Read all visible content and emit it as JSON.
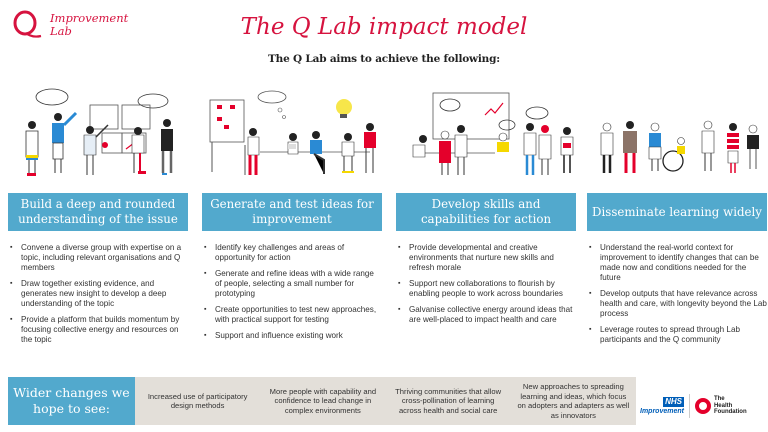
{
  "brand": {
    "logo_line1": "Improvement",
    "logo_line2": "Lab",
    "accent_color": "#d6133f",
    "header_color": "#52a9cd",
    "band_color": "#e3dfd9"
  },
  "header": {
    "title": "The Q Lab impact model",
    "subtitle": "The Q Lab aims to achieve the following:"
  },
  "columns": [
    {
      "heading": "Build a deep and rounded understanding of the issue",
      "illustration": "people-discussing-at-boards-illustration",
      "bullets": [
        "Convene a diverse group with expertise on a topic, including relevant organisations and Q members",
        "Draw together existing evidence, and generates new insight to develop a deep understanding of the topic",
        "Provide a platform that builds momentum by focusing collective energy and resources on the topic"
      ]
    },
    {
      "heading": "Generate and test ideas for improvement",
      "illustration": "team-brainstorming-lightbulb-illustration",
      "bullets": [
        "Identify key challenges and areas of opportunity for action",
        "Generate and refine ideas with a wide range of people, selecting a small number for prototyping",
        "Create opportunities to test new approaches, with practical support for testing",
        "Support and influence existing work"
      ]
    },
    {
      "heading": "Develop skills and capabilities for action",
      "illustration": "workshop-collaboration-illustration",
      "bullets": [
        "Provide developmental and creative environments that nurture new skills and refresh morale",
        "Support new collaborations to flourish by enabling people to work across boundaries",
        "Galvanise collective energy around ideas that are well-placed to impact health and care"
      ]
    },
    {
      "heading": "Disseminate learning widely",
      "illustration": "community-people-illustration",
      "bullets": [
        "Understand the real-world context for improvement to identify changes that can be made now and conditions needed for the future",
        "Develop outputs that have relevance across health and care, with longevity beyond the Lab process",
        "Leverage routes to spread through Lab participants and the Q community"
      ]
    }
  ],
  "wider_changes": {
    "heading": "Wider changes we hope to see:",
    "items": [
      "Increased use of participatory design methods",
      "More people with capability and confidence to lead change in complex environments",
      "Thriving communities that allow cross-pollination of learning across health and social care",
      "New approaches to spreading learning and ideas, which focus on adopters and adapters as well as innovators"
    ]
  },
  "partners": {
    "nhs_badge": "NHS",
    "nhs_sub": "Improvement",
    "thf_line1": "The",
    "thf_line2": "Health",
    "thf_line3": "Foundation"
  }
}
